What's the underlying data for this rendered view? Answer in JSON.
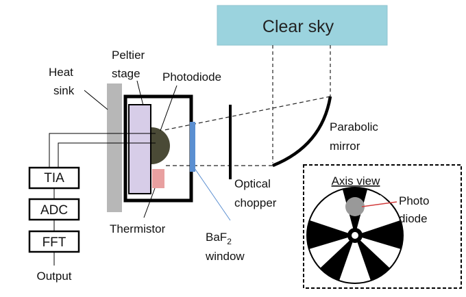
{
  "labels": {
    "clear_sky": "Clear sky",
    "peltier_1": "Peltier",
    "peltier_2": "stage",
    "heat_1": "Heat",
    "heat_2": "sink",
    "photodiode": "Photodiode",
    "parabolic_1": "Parabolic",
    "parabolic_2": "mirror",
    "optical_1": "Optical",
    "optical_2": "chopper",
    "tia": "TIA",
    "adc": "ADC",
    "fft": "FFT",
    "output": "Output",
    "thermistor": "Thermistor",
    "window_main": "BaF",
    "window_sub": "2",
    "window_2": "window",
    "axis_view": "Axis view",
    "photo_1": "Photo",
    "photo_2": "diode"
  },
  "colors": {
    "sky": "#9bd3de",
    "sky_border": "#8fc3cf",
    "heat_sink": "#b7b7b7",
    "peltier": "#d7cde8",
    "photodiode": "#4a4a36",
    "thermistor": "#e8a0a0",
    "window": "#5b8fd1",
    "photodiode_axis": "#999999",
    "leader": "#d23c3c"
  }
}
